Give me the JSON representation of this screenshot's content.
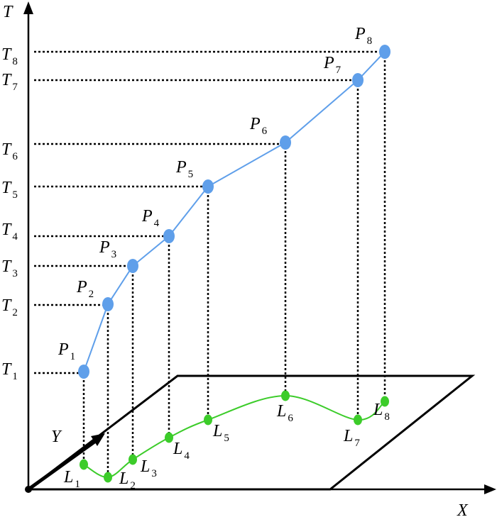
{
  "axes": {
    "t_label": "T",
    "y_label": "Y",
    "x_label": "X",
    "x_label_color": "#2a4fd6"
  },
  "colors": {
    "trajectory": "#5f9fea",
    "trajectory_point": "#5f9fea",
    "ground_path": "#3ccc2a",
    "ground_point": "#3ccc2a",
    "axis": "#000000"
  },
  "points": [
    {
      "p_letter": "P",
      "p_sub": "1",
      "t_letter": "T",
      "t_sub": "1",
      "l_letter": "L",
      "l_sub": "1"
    },
    {
      "p_letter": "P",
      "p_sub": "2",
      "t_letter": "T",
      "t_sub": "2",
      "l_letter": "L",
      "l_sub": "2"
    },
    {
      "p_letter": "P",
      "p_sub": "3",
      "t_letter": "T",
      "t_sub": "3",
      "l_letter": "L",
      "l_sub": "3"
    },
    {
      "p_letter": "P",
      "p_sub": "4",
      "t_letter": "T",
      "t_sub": "4",
      "l_letter": "L",
      "l_sub": "4"
    },
    {
      "p_letter": "P",
      "p_sub": "5",
      "t_letter": "T",
      "t_sub": "5",
      "l_letter": "L",
      "l_sub": "5"
    },
    {
      "p_letter": "P",
      "p_sub": "6",
      "t_letter": "T",
      "t_sub": "6",
      "l_letter": "L",
      "l_sub": "6"
    },
    {
      "p_letter": "P",
      "p_sub": "7",
      "t_letter": "T",
      "t_sub": "7",
      "l_letter": "L",
      "l_sub": "7"
    },
    {
      "p_letter": "P",
      "p_sub": "8",
      "t_letter": "T",
      "t_sub": "8",
      "l_letter": "L",
      "l_sub": "8"
    }
  ]
}
